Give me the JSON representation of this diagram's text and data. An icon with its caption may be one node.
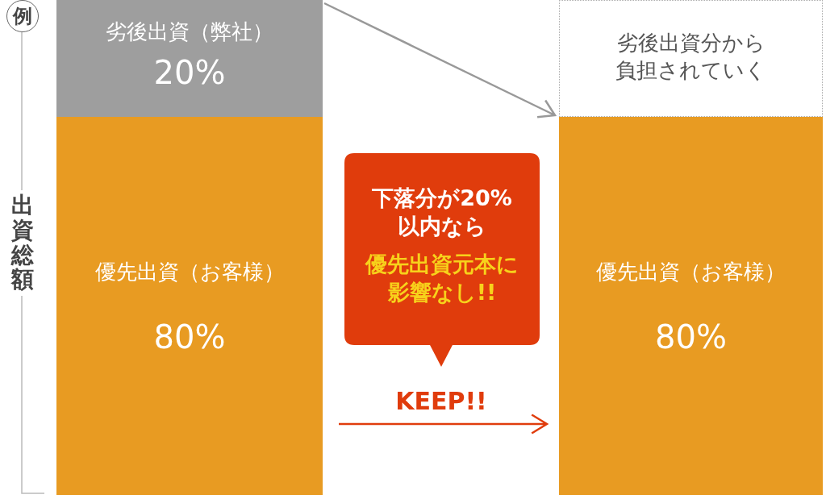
{
  "diagram": {
    "nodes": [
      {
        "text": [
          "劣後出資（弊社）",
          "20%"
        ]
      },
      {
        "text": [
          "優先出資（お客様）",
          "80%"
        ]
      },
      {
        "text": [
          "劣後出資分から負担されていく"
        ]
      },
      {
        "text": [
          "優先出資（お客様）",
          "80%"
        ]
      },
      {
        "text": [
          "下落分が20%以内なら",
          "優先出資元本に影響なし!!"
        ]
      }
    ],
    "edges": [
      {
        "from": 0,
        "to": 2,
        "arrow": "to"
      },
      {
        "from": null,
        "to": 3,
        "arrow": "to",
        "label": "KEEP!!",
        "color": "#e03c0c"
      }
    ],
    "labels": [
      "例",
      "出資総額"
    ]
  }
}
